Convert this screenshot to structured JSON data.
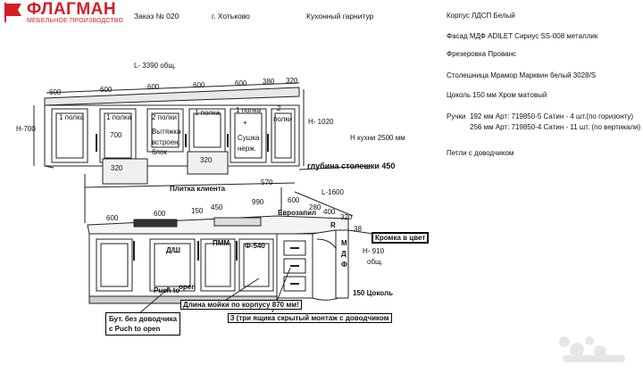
{
  "logo": {
    "word": "ФЛАГМАН",
    "subtitle": "МЕБЕЛЬНОЕ ПРОИЗВОДСТВО",
    "color": "#d21f26"
  },
  "header": {
    "order": "Заказ № 020",
    "city": "г. Хотьково",
    "product": "Кухонный гарнитур"
  },
  "specs": {
    "corpus": "Корпус ЛДСП Белый",
    "facade": "Фасад МДФ ADILET Сириус SS-008 металлик",
    "milling": "Фрезеровка Прованс",
    "countertop": "Столешница Мрамор Марквин белый 3028/S",
    "plinth": "Цоколь 150 мм Хром матовый",
    "handles_label": "Ручки",
    "handles_1": "192 мм Арт: 719850-5 Сатин - 4 шт.(по горизонту)",
    "handles_2": "256 мм Арт: 719850-4 Сатин - 11 шт. (по вертикали)",
    "hinges": "Петли с доводчиком"
  },
  "drawing": {
    "total_length": "L- 3390 общ.",
    "upper_widths": [
      "600",
      "600",
      "600",
      "600",
      "600",
      "380",
      "320"
    ],
    "h700": "Н-700",
    "h1020": "Н- 1020",
    "kitchen_height": "Н кухни 2500 мм",
    "depth_label": "глубина столешки 450",
    "upper_labels": {
      "a": "1 полка",
      "b": "1 полка",
      "b2": "700",
      "c1": "2 полки",
      "c2": "Вытяжка",
      "c3": "встроен.",
      "c4": "блок",
      "d": "1 полка",
      "e1": "1 полка",
      "e2": "+",
      "e3": "Сушка",
      "e4": "нерж.",
      "f1": "2",
      "f2": "полки"
    },
    "under_320_a": "320",
    "under_320_b": "320",
    "tile": "Плитка клиента",
    "dim_570": "570",
    "dim_600_top": "600",
    "l1600": "L-1600",
    "dim_280": "280",
    "dim_400": "400",
    "dim_320_right": "320",
    "eurozapil": "Еврозапил",
    "r_label": "R",
    "dim_38": "38",
    "lower_dims": [
      "600",
      "600",
      "150",
      "450",
      "990"
    ],
    "dw": "Д/Ш",
    "pmm": "ПММ",
    "f540": "Ф-540",
    "push_to": "Puch to",
    "open": "open",
    "mdf": [
      "М",
      "Д",
      "Ф"
    ],
    "edge_box": "Кромка в цвет",
    "h910": "Н- 910",
    "h910b": "общ.",
    "plinth150": "150 Цоколь",
    "sink_box": "Длина мойки по корпусу 870 мм!",
    "drawers_box": "3 (три ящика скрытый монтаж с доводчиком",
    "bottle_box_1": "Бут. без доводчика",
    "bottle_box_2": "с Puch to open"
  }
}
